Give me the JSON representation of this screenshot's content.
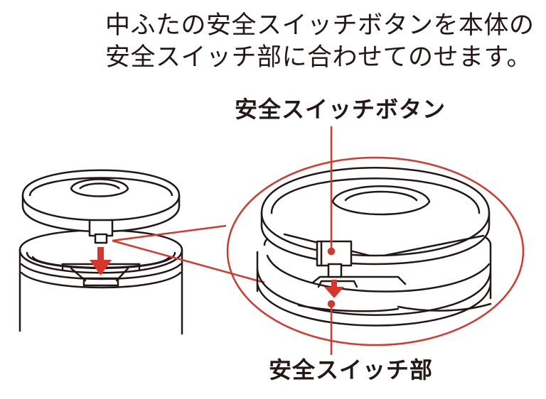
{
  "instruction": {
    "line1": "中ふたの安全スイッチボタンを本体の",
    "line2": "安全スイッチ部に合わせてのせます。"
  },
  "labels": {
    "button": "安全スイッチボタン",
    "part": "安全スイッチ部"
  },
  "colors": {
    "accent_red": "#d9362b",
    "line": "#231815",
    "background": "#ffffff"
  }
}
